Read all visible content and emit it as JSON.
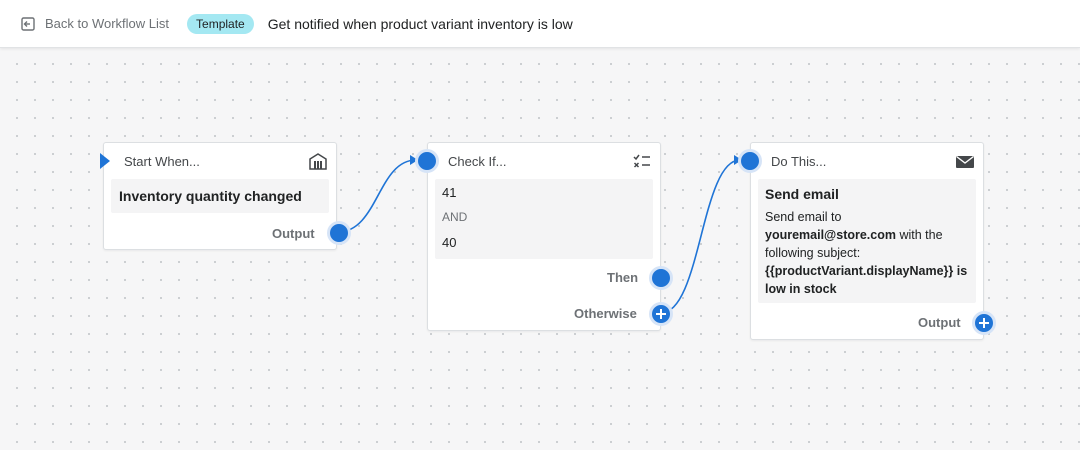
{
  "topbar": {
    "back_label": "Back to Workflow List",
    "badge": "Template",
    "title": "Get notified when product variant inventory is low"
  },
  "nodes": {
    "trigger": {
      "header": "Start When...",
      "icon": "store-icon",
      "event": "Inventory quantity changed",
      "output_label": "Output"
    },
    "condition": {
      "header": "Check If...",
      "icon": "checklist-icon",
      "values": [
        "41",
        "AND",
        "40"
      ],
      "then_label": "Then",
      "otherwise_label": "Otherwise"
    },
    "action": {
      "header": "Do This...",
      "icon": "mail-icon",
      "title": "Send email",
      "desc_prefix": "Send email to",
      "email": "youremail@store.com",
      "desc_mid": " with the following subject:",
      "subject": "{{productVariant.displayName}} is low in stock",
      "output_label": "Output"
    }
  },
  "colors": {
    "accent": "#1f74d6",
    "badge": "#a4e8f2",
    "connector": "#1f74d6"
  }
}
